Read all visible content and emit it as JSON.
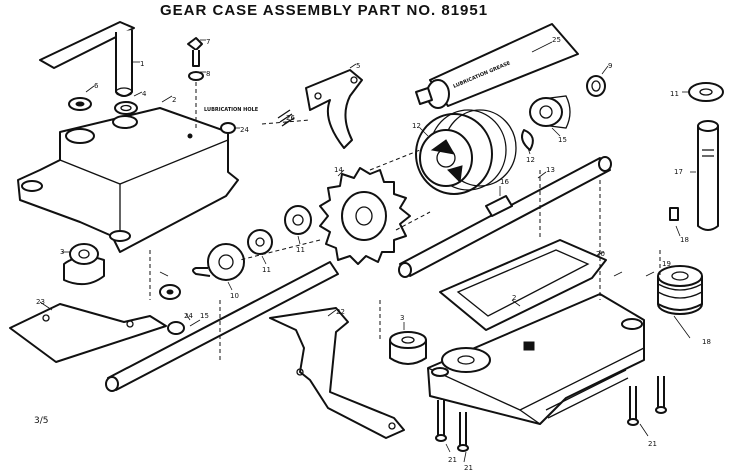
{
  "title": "GEAR CASE ASSEMBLY PART NO. 81951",
  "page_ref": "3/5",
  "tube_text": "LUBRICATION GREASE",
  "housing_text": "LUBRICATION HOLE",
  "callouts": {
    "c1": "1",
    "c2": "2",
    "c3": "3",
    "c4": "4",
    "c5": "5",
    "c6": "6",
    "c7": "7",
    "c8": "8",
    "c9": "9",
    "c10": "10",
    "c11a": "11",
    "c11b": "11",
    "c11c": "11",
    "c12a": "12",
    "c12b": "12",
    "c13": "13",
    "c14": "14",
    "c15a": "15",
    "c15b": "15",
    "c16": "16",
    "c17": "17",
    "c18a": "18",
    "c18b": "18",
    "c19": "19",
    "c20": "20",
    "c21a": "21",
    "c21b": "21",
    "c21c": "21",
    "c22": "22",
    "c23": "23",
    "c24a": "24",
    "c24b": "24",
    "c25": "25",
    "c26": "26",
    "c2b": "2",
    "c3b": "3"
  }
}
